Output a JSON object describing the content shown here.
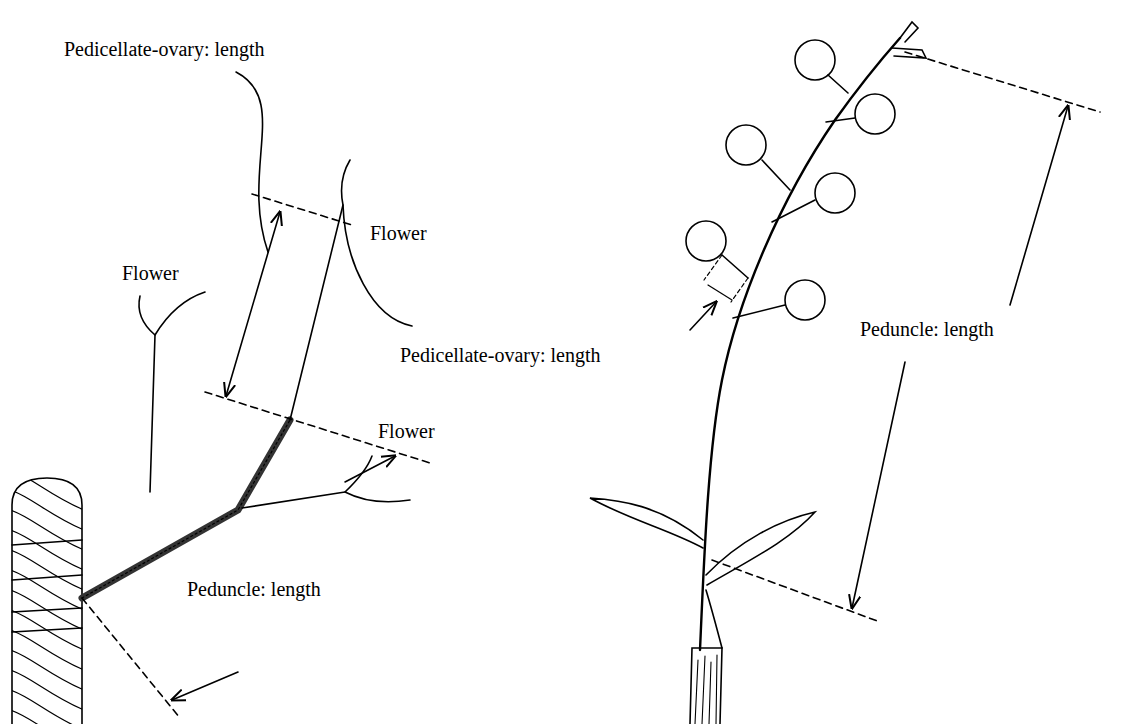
{
  "diagram": {
    "labels": [
      "Pedicellate-ovary: length",
      "Flower",
      "Flower",
      "Pedicellate-ovary: length",
      "Peduncle: length",
      "Flower",
      "Peduncle: length"
    ]
  }
}
